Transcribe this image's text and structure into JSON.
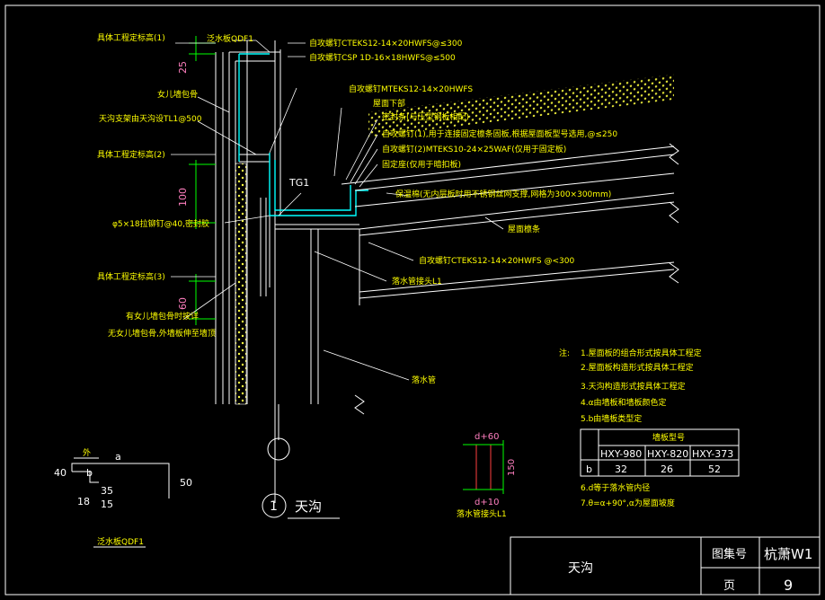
{
  "colors": {
    "background": "#000000",
    "line": "#ffffff",
    "member": "#00ffff",
    "annotation": "#ffff00",
    "dimension": "#00ff00",
    "dim_text": "#ff7fbf",
    "insulation": "#ffff40"
  },
  "elevations": {
    "level_1": "具体工程定标高(1)",
    "level_2": "具体工程定标高(2)",
    "level_3": "具体工程定标高(3)"
  },
  "dims": {
    "d25": "25",
    "d100": "100",
    "d60": "60",
    "d150": "150",
    "d_top": "d+60",
    "d_bot": "d+10"
  },
  "callouts": {
    "coping": "泛水板QDF1",
    "screw_top_1": "自攻螺钉CTEKS12-14×20HWFS@≤300",
    "screw_top_2": "自攻螺钉CSP 1D-16×18HWFS@≤500",
    "parapet": "女儿墙包骨",
    "screw_mid": "自攻螺钉MTEKS12-14×20HWFS",
    "gutter_bracket": "天沟支架由天沟设TL1@500",
    "rivet": "φ5×18拉铆钉@40,密封胶",
    "parapet_note": "有女儿墙包骨时按详",
    "parapet_note2": "无女儿墙包骨,外墙板伸至墙顶",
    "tg1": "TG1",
    "eave": "屋面下部",
    "sealing": "密封条(与压型钢板相配)",
    "screw_roof_1": "自攻螺钉(1),用于连接固定檩条固板,根据屋面板型号选用,@≤250",
    "screw_roof_2": "自攻螺钉(2)MTEKS10-24×25WAF(仅用于固定板)",
    "fixed_seat": "固定座(仅用于暗扣板)",
    "insulation": "保温棉(无内层板时用不锈钢丝网支撑,网格为300×300mm)",
    "roof_purlin": "屋面檩条",
    "screw_bottom": "自攻螺钉CTEKS12-14×20HWFS @<300",
    "gutter_bracket_l1": "落水管接头L1",
    "downpipe": "落水管"
  },
  "notes": {
    "title": "注:",
    "n1": "1.屋面板的组合形式按具体工程定",
    "n2": "2.屋面板构造形式按具体工程定",
    "n3": "3.天沟构造形式按具体工程定",
    "n4": "4.α由墙板和墙板颜色定",
    "n5": "5.b由墙板类型定",
    "n6": "6.d等于落水管内径",
    "n7": "7.θ=α+90°,α为屋面坡度"
  },
  "board_table": {
    "header": "墙板型号",
    "models": [
      "HXY-980",
      "HXY-820",
      "HXY-373"
    ],
    "row_label": "b",
    "values": [
      "32",
      "26",
      "52"
    ]
  },
  "flashing_detail": {
    "label_ext": "外",
    "label_a": "a",
    "label_b": "b",
    "d40": "40",
    "d50": "50",
    "d35": "35",
    "d18": "18",
    "d15": "15",
    "name": "泛水板QDF1"
  },
  "pipe_detail": {
    "name": "落水管接头L1"
  },
  "section": {
    "number": "1",
    "title": "天沟"
  },
  "title_block": {
    "drawing_name": "天沟",
    "atlas_label": "图集号",
    "atlas_value": "杭萧W1",
    "page_label": "页",
    "page_value": "9"
  }
}
